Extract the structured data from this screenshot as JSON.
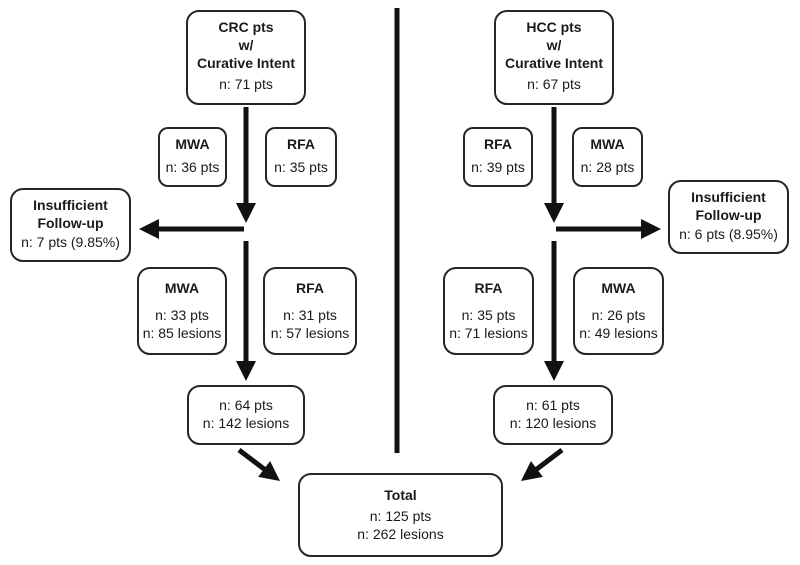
{
  "flowchart": {
    "left": {
      "root": {
        "title": "CRC pts\nw/\nCurative Intent",
        "count": "n: 71 pts"
      },
      "stage1": [
        {
          "label": "MWA",
          "count": "n: 36 pts"
        },
        {
          "label": "RFA",
          "count": "n: 35 pts"
        }
      ],
      "insufficient": {
        "title": "Insufficient\nFollow-up",
        "count": "n: 7 pts (9.85%)"
      },
      "stage2": [
        {
          "label": "MWA",
          "counts": "n: 33 pts\nn: 85 lesions"
        },
        {
          "label": "RFA",
          "counts": "n: 31 pts\nn: 57 lesions"
        }
      ],
      "merge": {
        "counts": "n: 64 pts\nn: 142 lesions"
      }
    },
    "right": {
      "root": {
        "title": "HCC pts\nw/\nCurative Intent",
        "count": "n: 67 pts"
      },
      "stage1": [
        {
          "label": "RFA",
          "count": "n: 39 pts"
        },
        {
          "label": "MWA",
          "count": "n: 28 pts"
        }
      ],
      "insufficient": {
        "title": "Insufficient\nFollow-up",
        "count": "n: 6 pts (8.95%)"
      },
      "stage2": [
        {
          "label": "RFA",
          "counts": "n: 35 pts\nn: 71 lesions"
        },
        {
          "label": "MWA",
          "counts": "n: 26 pts\nn: 49 lesions"
        }
      ],
      "merge": {
        "counts": "n: 61 pts\nn: 120 lesions"
      }
    },
    "total": {
      "title": "Total",
      "counts": "n: 125 pts\nn: 262 lesions"
    }
  },
  "colors": {
    "background": "#ffffff",
    "box_border": "#262626",
    "text": "#1a1a1a",
    "arrow": "#111111"
  }
}
